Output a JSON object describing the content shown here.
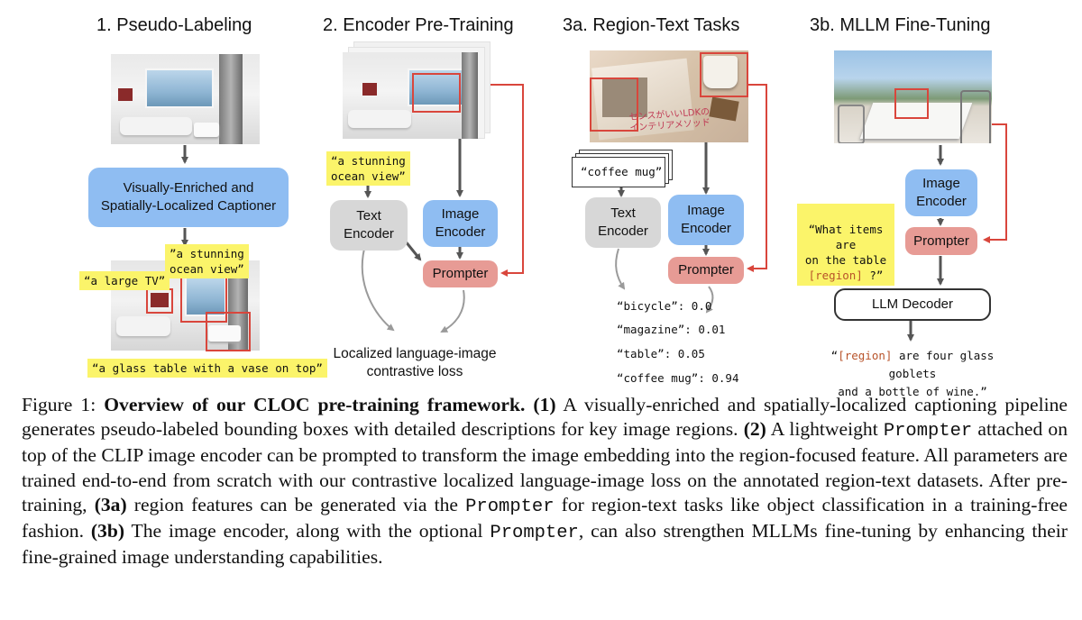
{
  "panels": {
    "p1": {
      "title": "1. Pseudo-Labeling",
      "captioner": "Visually-Enriched and\nSpatially-Localized Captioner",
      "label_tv": "“a large TV”",
      "label_ocean": "”a stunning\nocean view”",
      "label_table": "“a glass table with a vase on top”"
    },
    "p2": {
      "title": "2. Encoder Pre-Training",
      "prompt_text": "“a stunning\nocean view”",
      "text_encoder": "Text\nEncoder",
      "image_encoder": "Image\nEncoder",
      "prompter": "Prompter",
      "loss": "Localized language-image\ncontrastive loss"
    },
    "p3a": {
      "title": "3a. Region-Text Tasks",
      "query": "“coffee mug”",
      "text_encoder": "Text\nEncoder",
      "image_encoder": "Image\nEncoder",
      "prompter": "Prompter",
      "scores": [
        {
          "label": "“bicycle”",
          "value": "0.0"
        },
        {
          "label": "“magazine”",
          "value": "0.01"
        },
        {
          "label": "“table”",
          "value": "0.05"
        },
        {
          "label": "“coffee mug”",
          "value": "0.94"
        }
      ],
      "magazine_text": "センスがいいLDKの\nインテリアメソッド"
    },
    "p3b": {
      "title": "3b. MLLM Fine-Tuning",
      "image_encoder": "Image\nEncoder",
      "prompter": "Prompter",
      "question_line1": "“What items are",
      "question_line2": "on the table",
      "question_region": "[region]",
      "question_end": " ?”",
      "decoder": "LLM Decoder",
      "answer_open": "“",
      "answer_region": "[region]",
      "answer_rest1": " are four glass goblets",
      "answer_rest2": "and a bottle of wine.”"
    }
  },
  "caption": {
    "fig": "Figure 1: ",
    "title": "Overview of our CLOC pre-training framework.",
    "s1_tag": " (1)",
    "s1": " A visually-enriched and spatially-localized captioning pipeline generates pseudo-labeled bounding boxes with detailed descriptions for key image regions. ",
    "s2_tag": "(2)",
    "s2a": " A lightweight ",
    "prompter": "Prompter",
    "s2b": " attached on top of the CLIP image encoder can be prompted to transform the image embedding into the region-focused feature. All parameters are trained end-to-end from scratch with our contrastive localized language-image loss on the annotated region-text datasets. After pre-training, ",
    "s3a_tag": "(3a)",
    "s3a_a": " region features can be generated via the ",
    "s3a_b": " for region-text tasks like object classification in a training-free fashion. ",
    "s3b_tag": "(3b)",
    "s3b_a": " The image encoder, along with the optional ",
    "s3b_b": ", can also strengthen MLLMs fine-tuning by enhancing their fine-grained image understanding capabilities."
  },
  "colors": {
    "encoder_blue": "#8fbdf2",
    "text_encoder_gray": "#d7d7d7",
    "prompter_pink": "#e79b95",
    "highlight_yellow": "#fbf46a",
    "red_arrow": "#d9463c",
    "region_text": "#b8532a"
  }
}
